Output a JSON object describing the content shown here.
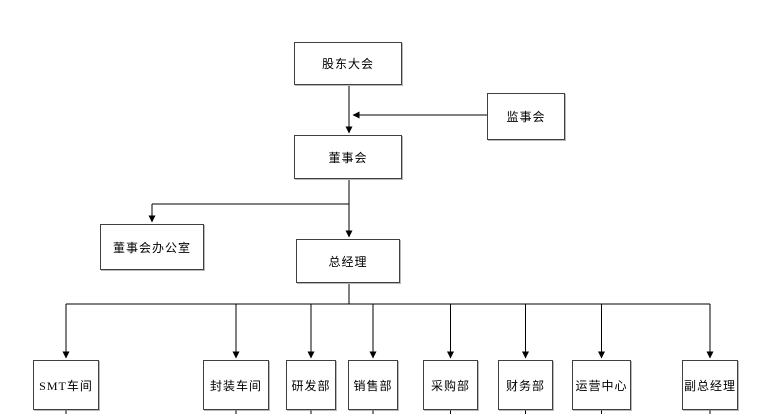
{
  "diagram": {
    "type": "org-chart",
    "nodes": {
      "shareholders": "股东大会",
      "supervisory_board": "监事会",
      "board_of_directors": "董事会",
      "board_office": "董事会办公室",
      "general_manager": "总经理"
    },
    "departments": [
      {
        "label": "SMT车间"
      },
      {
        "label": "封装车间"
      },
      {
        "label": "研发部"
      },
      {
        "label": "销售部"
      },
      {
        "label": "采购部"
      },
      {
        "label": "财务部"
      },
      {
        "label": "运营中心"
      },
      {
        "label": "副总经理"
      }
    ],
    "edges": [
      {
        "from": "股东大会",
        "to": "董事会"
      },
      {
        "from": "监事会",
        "to": "股东大会-董事会连线"
      },
      {
        "from": "董事会",
        "to": "董事会办公室"
      },
      {
        "from": "董事会",
        "to": "总经理"
      },
      {
        "from": "总经理",
        "to": "SMT车间"
      },
      {
        "from": "总经理",
        "to": "封装车间"
      },
      {
        "from": "总经理",
        "to": "研发部"
      },
      {
        "from": "总经理",
        "to": "销售部"
      },
      {
        "from": "总经理",
        "to": "采购部"
      },
      {
        "from": "总经理",
        "to": "财务部"
      },
      {
        "from": "总经理",
        "to": "运营中心"
      },
      {
        "from": "总经理",
        "to": "副总经理"
      }
    ],
    "colors": {
      "background": "#ffffff",
      "line": "#000000",
      "box_border": "#404040",
      "text": "#000000"
    }
  }
}
